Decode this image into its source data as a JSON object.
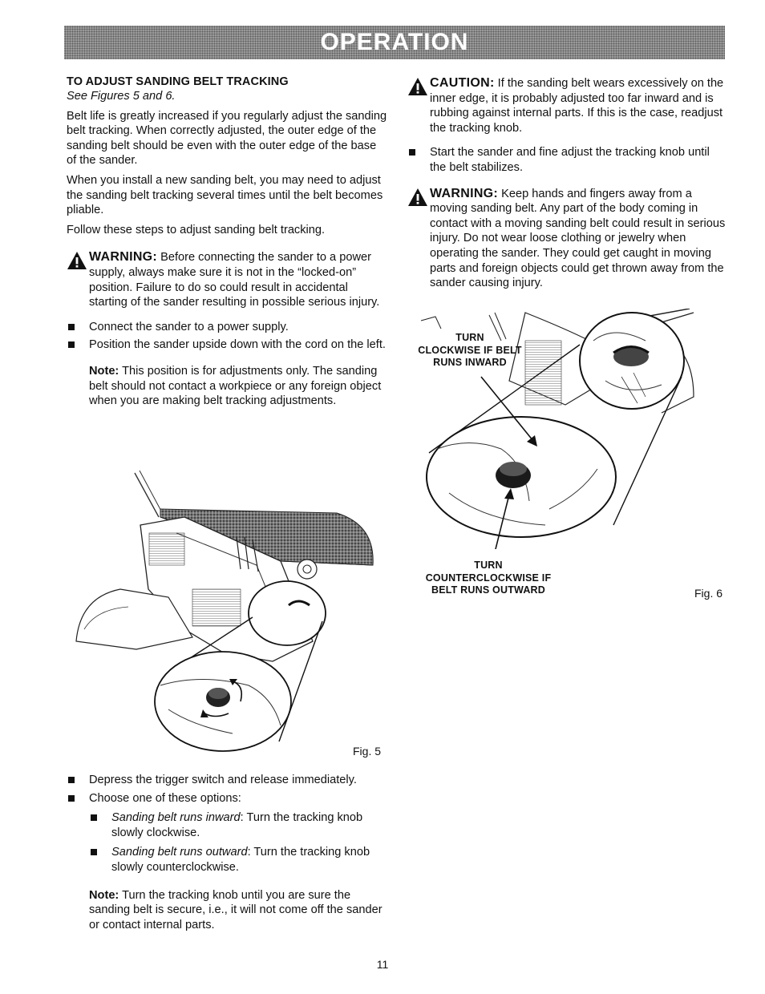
{
  "header": {
    "title": "OPERATION"
  },
  "left": {
    "heading": "TO ADJUST SANDING BELT TRACKING",
    "see_figures": "See Figures 5 and 6.",
    "para1": "Belt life is greatly increased if you regularly adjust the sanding belt tracking. When correctly adjusted, the outer edge of the sanding belt should be even with the outer edge of the base of the sander.",
    "para2": "When you install a new sanding belt, you may need to adjust the sanding belt tracking several times until the belt becomes pliable.",
    "para3": "Follow these steps to adjust sanding belt tracking.",
    "warning_lead": "WARNING:",
    "warning_text": " Before connecting the sander to a power supply, always make sure it is not in the “locked-on” position. Failure to do so could result in accidental starting of the sander resulting in possible serious injury.",
    "bullet1": "Connect the sander to a power supply.",
    "bullet2": "Position the sander upside down with the cord on the left.",
    "note1_lead": "Note:",
    "note1_text": " This position is for adjustments only. The sanding belt should not contact a workpiece or any foreign object when you are making belt tracking adjustments.",
    "fig5_label": "Fig. 5",
    "bullet3": "Depress the trigger switch and release immediately.",
    "bullet4": "Choose one of these options:",
    "sub1_italic": "Sanding belt runs inward",
    "sub1_text": ": Turn the tracking knob slowly clockwise.",
    "sub2_italic": "Sanding belt runs outward",
    "sub2_text": ": Turn the tracking knob slowly counterclockwise.",
    "note2_lead": "Note:",
    "note2_text": " Turn the tracking knob until you are sure the sanding belt is secure, i.e., it will not come off the sander or contact internal parts."
  },
  "right": {
    "caution_lead": "CAUTION:",
    "caution_text": " If the sanding belt wears excessively on the inner edge, it is probably adjusted too far inward and is rubbing against internal parts. If this is the case, readjust the tracking knob.",
    "bullet1": "Start the sander and fine adjust the tracking knob until the belt stabilizes.",
    "warning_lead": "WARNING:",
    "warning_text": " Keep hands and fingers away from a moving sanding belt. Any part of the body coming in contact with a moving sanding belt could result in serious injury. Do not wear loose clothing or jewelry when operating the sander. They could get caught in moving parts and foreign objects could get thrown away from the sander causing injury.",
    "callout_cw_1": "TURN",
    "callout_cw_2": "CLOCKWISE IF BELT",
    "callout_cw_3": "RUNS INWARD",
    "callout_ccw_1": "TURN",
    "callout_ccw_2": "COUNTERCLOCKWISE IF",
    "callout_ccw_3": "BELT RUNS OUTWARD",
    "fig6_label": "Fig. 6"
  },
  "footer": {
    "page_number": "11"
  }
}
